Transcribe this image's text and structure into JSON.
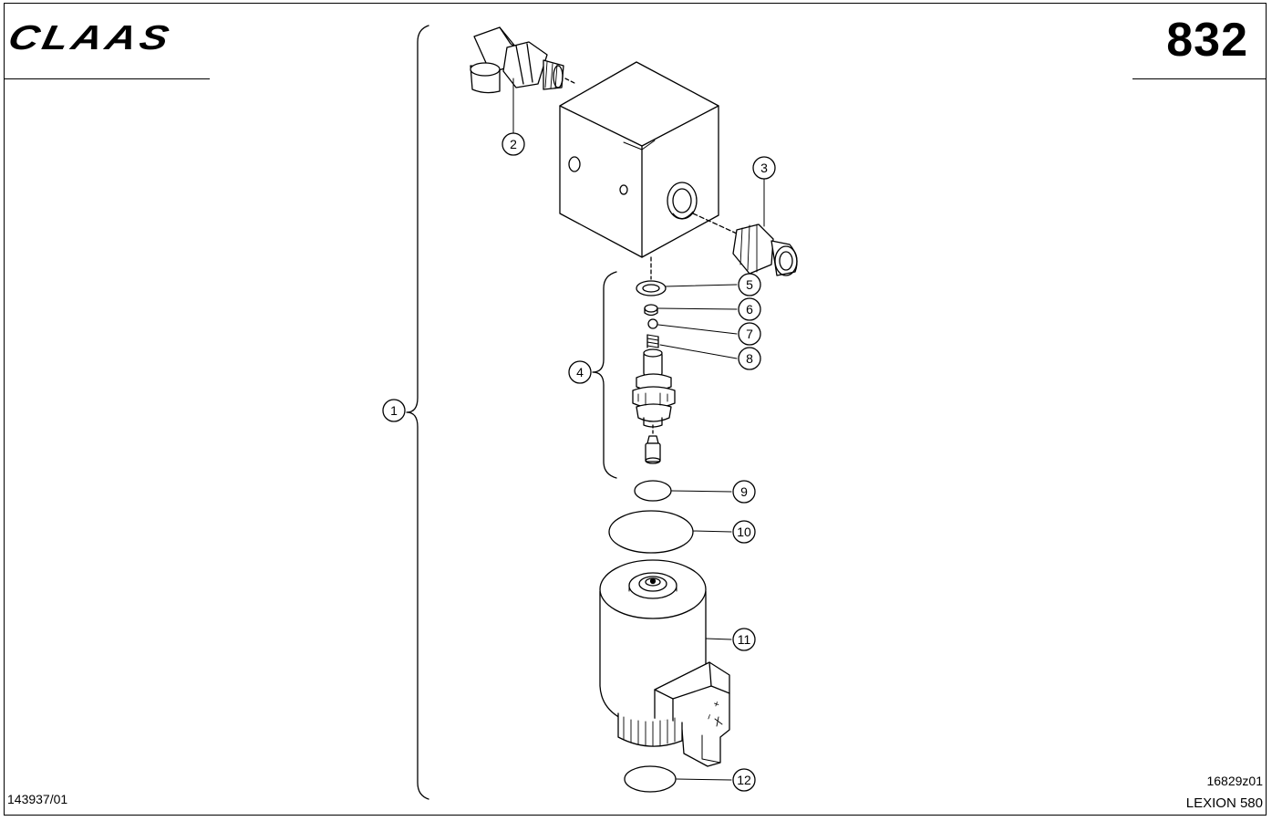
{
  "header": {
    "brand_logo": "CLAAS",
    "page_number": "832"
  },
  "footer": {
    "document_number": "143937/01",
    "drawing_code": "16829z01",
    "model": "LEXION 580"
  },
  "callouts": [
    {
      "id": "1",
      "label": "1"
    },
    {
      "id": "2",
      "label": "2"
    },
    {
      "id": "3",
      "label": "3"
    },
    {
      "id": "4",
      "label": "4"
    },
    {
      "id": "5",
      "label": "5"
    },
    {
      "id": "6",
      "label": "6"
    },
    {
      "id": "7",
      "label": "7"
    },
    {
      "id": "8",
      "label": "8"
    },
    {
      "id": "9",
      "label": "9"
    },
    {
      "id": "10",
      "label": "10"
    },
    {
      "id": "11",
      "label": "11"
    },
    {
      "id": "12",
      "label": "12"
    }
  ],
  "coil_markings": {
    "plus": "+",
    "minus": "−"
  }
}
